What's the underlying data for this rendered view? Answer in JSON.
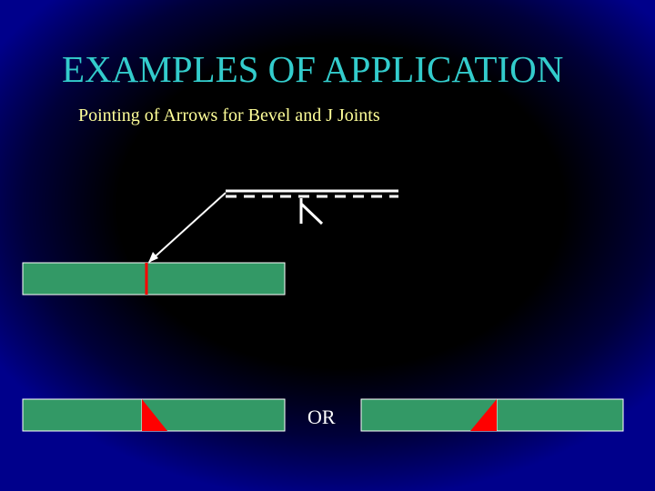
{
  "slide": {
    "title": "EXAMPLES OF APPLICATION",
    "subtitle": "Pointing of Arrows for Bevel and J Joints",
    "or_label": "OR"
  },
  "colors": {
    "background": "#00008b",
    "title": "#33cccc",
    "subtitle": "#ffff99",
    "plate_fill": "#339966",
    "weld_red": "#ff0000",
    "line_white": "#ffffff"
  }
}
